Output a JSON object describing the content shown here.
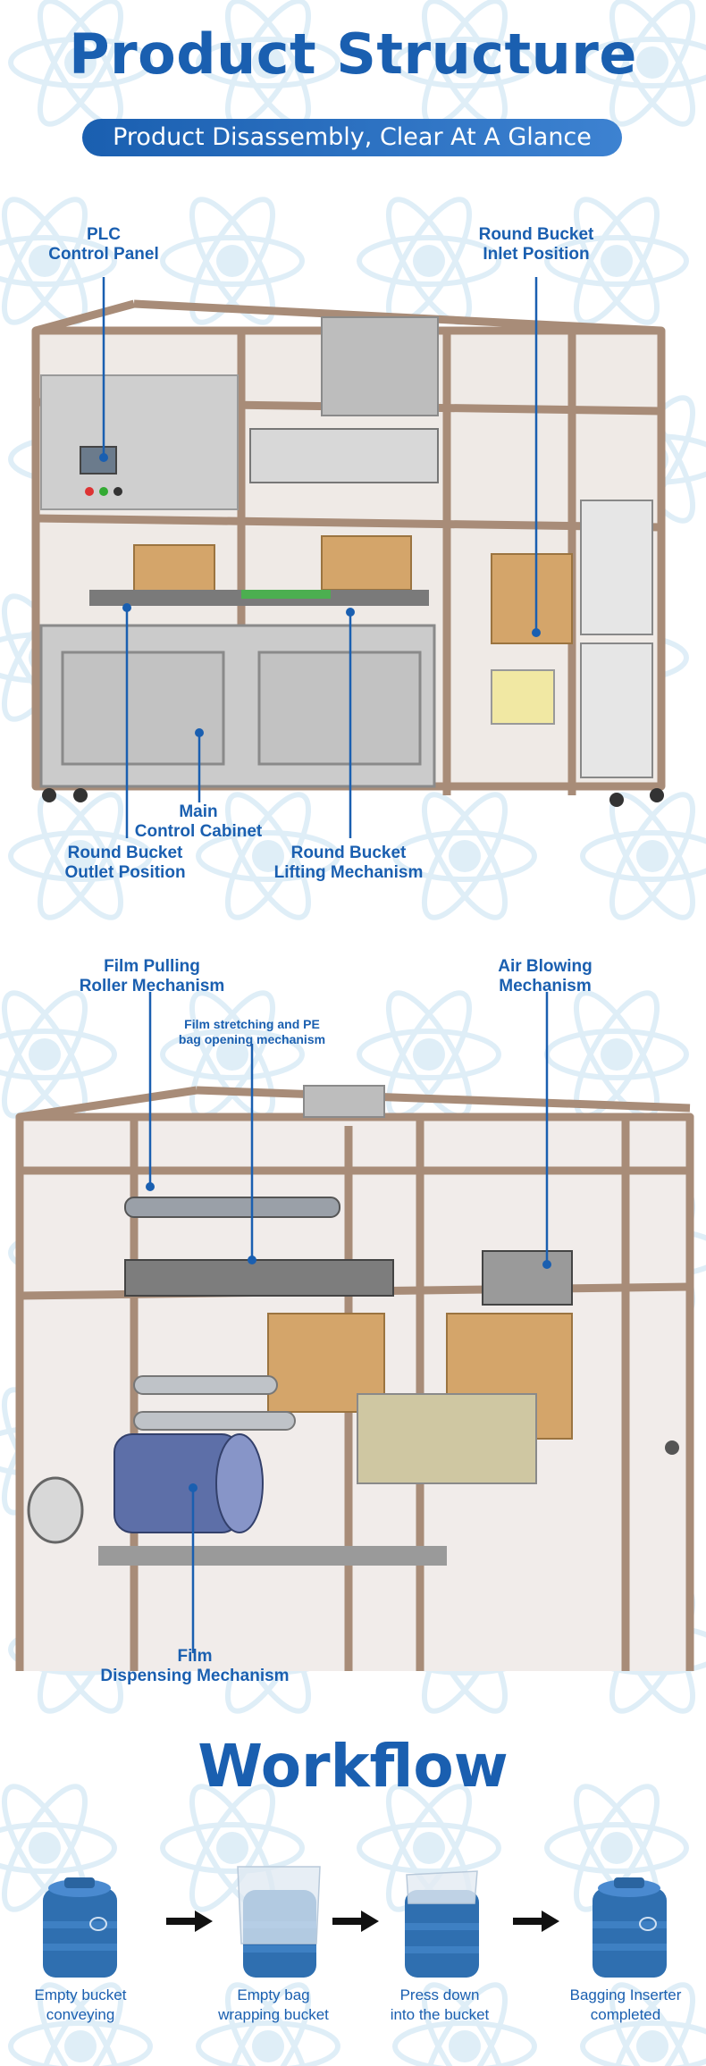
{
  "header": {
    "title": "Product Structure",
    "subtitle": "Product Disassembly, Clear At A Glance"
  },
  "machine1": {
    "labels": {
      "plc": [
        "PLC",
        "Control Panel"
      ],
      "inlet": [
        "Round Bucket",
        "Inlet Position"
      ],
      "cabinet": [
        "Main",
        "Control Cabinet"
      ],
      "outlet": [
        "Round Bucket",
        "Outlet Position"
      ],
      "lifting": [
        "Round Bucket",
        "Lifting Mechanism"
      ]
    }
  },
  "machine2": {
    "labels": {
      "film_pulling": [
        "Film Pulling",
        "Roller Mechanism"
      ],
      "film_stretching": [
        "Film stretching and PE",
        "bag opening mechanism"
      ],
      "air_blowing": [
        "Air Blowing",
        "Mechanism"
      ],
      "film_dispensing": [
        "Film",
        "Dispensing Mechanism"
      ]
    }
  },
  "workflow": {
    "title": "Workflow",
    "steps": [
      [
        "Empty bucket",
        "conveying"
      ],
      [
        "Empty bag",
        "wrapping bucket"
      ],
      [
        "Press down",
        "into the bucket"
      ],
      [
        "Bagging Inserter",
        "completed"
      ]
    ]
  },
  "colors": {
    "accent": "#1a5fb0",
    "frame": "#b9a08e",
    "cabinet": "#c8c8c8",
    "box": "#d4a56a",
    "bucket": "#2f6fb0"
  }
}
